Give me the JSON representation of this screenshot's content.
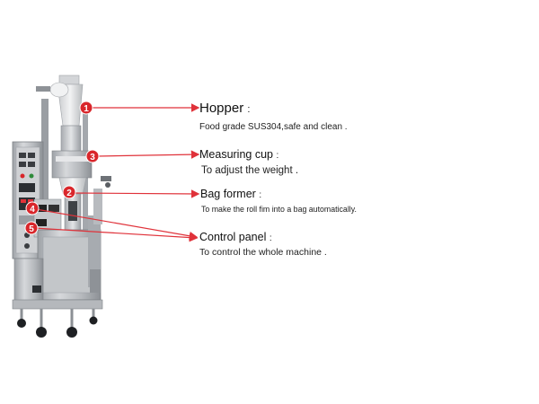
{
  "colors": {
    "accent": "#d9262b",
    "line": "#e0323a",
    "machine_steel": "#bfc2c6",
    "machine_dark": "#7d8186"
  },
  "parts": [
    {
      "number": "1",
      "name": "Hopper",
      "name_suffix": ":",
      "description": "Food grade SUS304,safe and clean ."
    },
    {
      "number": "3",
      "name": "Measuring cup",
      "name_suffix": ":",
      "description": "To adjust the weight ."
    },
    {
      "number": "2",
      "name": "Bag former",
      "name_suffix": ":",
      "description": "To make the roll fim into a bag automatically."
    },
    {
      "number": "4",
      "name": "Control panel",
      "name_suffix": ":",
      "description": "To control  the whole machine ."
    },
    {
      "number": "5"
    }
  ]
}
